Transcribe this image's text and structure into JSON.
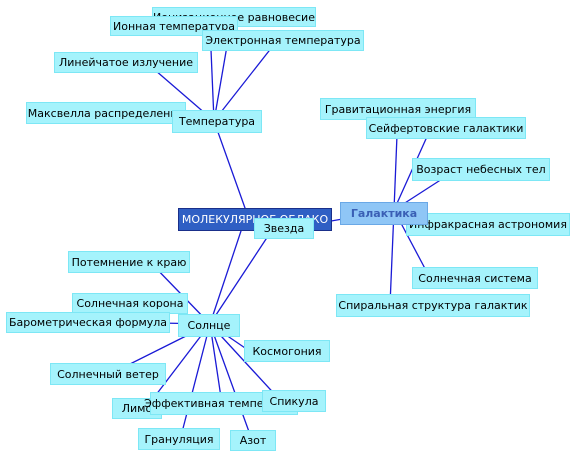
{
  "colors": {
    "line": "#1a1ad6",
    "node_fill": "#a5f3fc",
    "center_fill": "#2f5fc4",
    "galaxy_fill": "#8fc6f6"
  },
  "nodes": {
    "center": "МОЛЕКУЛЯРНОЕ ОБЛАКО",
    "star": "Звезда",
    "galaxy": "Галактика",
    "temperature": "Температура",
    "sun": "Солнце",
    "ionization": "Ионизационное равновесие",
    "ion_temp": "Ионная температура",
    "electron_temp": "Электронная температура",
    "line_emission": "Линейчатое излучение",
    "maxwell": "Максвелла распределение",
    "grav_energy": "Гравитационная энергия",
    "seyfert": "Сейфертовские галактики",
    "age": "Возраст небесных тел",
    "infrared": "Инфракрасная астрономия",
    "solar_system": "Солнечная система",
    "spiral": "Спиральная структура галактик",
    "limb": "Потемнение к краю",
    "corona": "Солнечная корона",
    "barometric": "Барометрическая формула",
    "cosmogony": "Космогония",
    "wind": "Солнечный ветер",
    "limo": "Лимо",
    "eff_temp": "Эффективная температура",
    "spicule": "Спикула",
    "granulation": "Грануляция",
    "nitrogen": "Азот"
  }
}
